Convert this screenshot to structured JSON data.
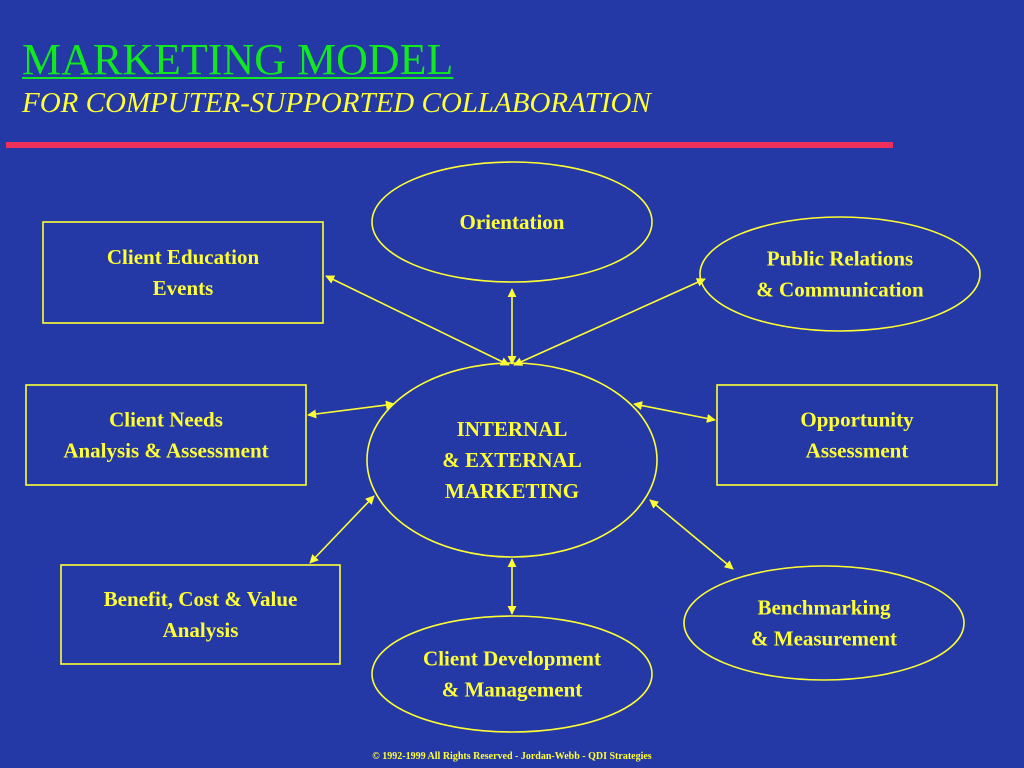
{
  "slide": {
    "title": "MARKETING MODEL",
    "subtitle": "FOR COMPUTER-SUPPORTED COLLABORATION",
    "footer": "© 1992-1999 All Rights Reserved - Jordan-Webb - QDI Strategies"
  },
  "colors": {
    "background": "#2438a6",
    "title": "#11e81f",
    "text_and_lines": "#ffff33",
    "rule": "#ec305a"
  },
  "diagram": {
    "center": {
      "id": "internal-external-marketing",
      "shape": "ellipse",
      "lines": [
        "INTERNAL",
        "& EXTERNAL",
        "MARKETING"
      ]
    },
    "nodes": [
      {
        "id": "orientation",
        "shape": "ellipse",
        "lines": [
          "Orientation"
        ]
      },
      {
        "id": "public-relations",
        "shape": "ellipse",
        "lines": [
          "Public Relations",
          "& Communication"
        ]
      },
      {
        "id": "opportunity-assessment",
        "shape": "rectangle",
        "lines": [
          "Opportunity",
          "Assessment"
        ]
      },
      {
        "id": "benchmarking",
        "shape": "ellipse",
        "lines": [
          "Benchmarking",
          "& Measurement"
        ]
      },
      {
        "id": "client-development",
        "shape": "ellipse",
        "lines": [
          "Client Development",
          "& Management"
        ]
      },
      {
        "id": "benefit-cost-value",
        "shape": "rectangle",
        "lines": [
          "Benefit, Cost & Value",
          "Analysis"
        ]
      },
      {
        "id": "client-needs",
        "shape": "rectangle",
        "lines": [
          "Client Needs",
          "Analysis & Assessment"
        ]
      },
      {
        "id": "client-education",
        "shape": "rectangle",
        "lines": [
          "Client Education",
          "Events"
        ]
      }
    ],
    "edges": [
      {
        "from": "internal-external-marketing",
        "to": "orientation",
        "arrows": "both"
      },
      {
        "from": "internal-external-marketing",
        "to": "public-relations",
        "arrows": "both"
      },
      {
        "from": "internal-external-marketing",
        "to": "opportunity-assessment",
        "arrows": "both"
      },
      {
        "from": "internal-external-marketing",
        "to": "benchmarking",
        "arrows": "both"
      },
      {
        "from": "internal-external-marketing",
        "to": "client-development",
        "arrows": "both"
      },
      {
        "from": "internal-external-marketing",
        "to": "benefit-cost-value",
        "arrows": "both"
      },
      {
        "from": "internal-external-marketing",
        "to": "client-needs",
        "arrows": "both"
      },
      {
        "from": "internal-external-marketing",
        "to": "client-education",
        "arrows": "both"
      }
    ]
  }
}
